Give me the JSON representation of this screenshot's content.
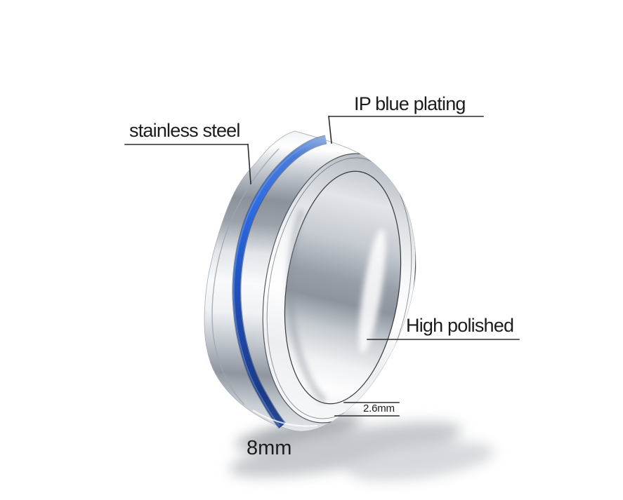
{
  "image": {
    "title": "Annotated product photo of a stainless steel ring with blue groove",
    "background": "#ffffff"
  },
  "labels": {
    "material": "stainless steel",
    "plating": "IP blue plating",
    "finish": "High polished",
    "rim_thickness": "2.6mm",
    "band_width": "8mm"
  },
  "colors": {
    "annotation_text": "#1c1c1c",
    "annotation_line": "#2b2b2b",
    "groove_blue": "#2e6ae0",
    "groove_blue_dark": "#1b3a86",
    "metal_highlight": "#ffffff",
    "metal_mid": "#aab1b9",
    "metal_shadow": "#82888f"
  }
}
